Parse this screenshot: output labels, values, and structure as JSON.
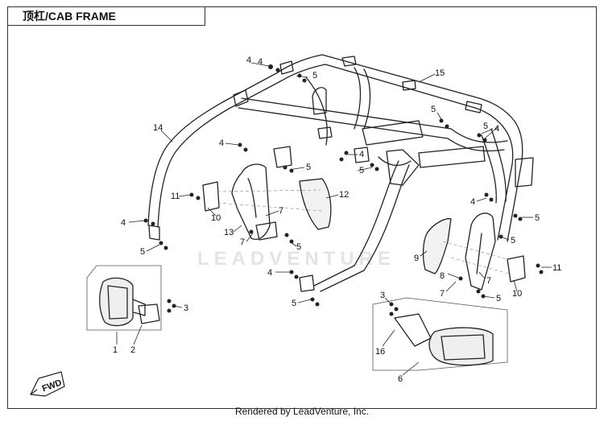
{
  "title": "顶杠/CAB FRAME",
  "footer": "Rendered by LeadVenture, Inc.",
  "watermark": "LEADVENTURE",
  "direction_badge": "FWD",
  "callouts": [
    {
      "id": "c4a",
      "text": "4"
    },
    {
      "id": "c5a",
      "text": "5"
    },
    {
      "id": "c15",
      "text": "15"
    },
    {
      "id": "c5b",
      "text": "5"
    },
    {
      "id": "c4b",
      "text": "4"
    },
    {
      "id": "c14",
      "text": "14"
    },
    {
      "id": "c4c",
      "text": "4"
    },
    {
      "id": "c5c",
      "text": "5"
    },
    {
      "id": "c4d",
      "text": "4"
    },
    {
      "id": "c5d",
      "text": "5"
    },
    {
      "id": "c11a",
      "text": "11"
    },
    {
      "id": "c12",
      "text": "12"
    },
    {
      "id": "c10a",
      "text": "10"
    },
    {
      "id": "c7a",
      "text": "7"
    },
    {
      "id": "c4e",
      "text": "4"
    },
    {
      "id": "c13",
      "text": "13"
    },
    {
      "id": "c7b",
      "text": "7"
    },
    {
      "id": "c5e",
      "text": "5"
    },
    {
      "id": "c4f",
      "text": "4"
    },
    {
      "id": "c5f",
      "text": "5"
    },
    {
      "id": "c5g",
      "text": "5"
    },
    {
      "id": "c4g",
      "text": "4"
    },
    {
      "id": "c5h",
      "text": "5"
    },
    {
      "id": "c5i",
      "text": "5"
    },
    {
      "id": "c9",
      "text": "9"
    },
    {
      "id": "c11b",
      "text": "11"
    },
    {
      "id": "c8",
      "text": "8"
    },
    {
      "id": "c7c",
      "text": "7"
    },
    {
      "id": "c10b",
      "text": "10"
    },
    {
      "id": "c7d",
      "text": "7"
    },
    {
      "id": "c5j",
      "text": "5"
    },
    {
      "id": "c3a",
      "text": "3"
    },
    {
      "id": "c1",
      "text": "1"
    },
    {
      "id": "c2",
      "text": "2"
    },
    {
      "id": "c3b",
      "text": "3"
    },
    {
      "id": "c16",
      "text": "16"
    },
    {
      "id": "c6",
      "text": "6"
    },
    {
      "id": "c4h",
      "text": "4"
    },
    {
      "id": "c5k",
      "text": "5"
    }
  ]
}
